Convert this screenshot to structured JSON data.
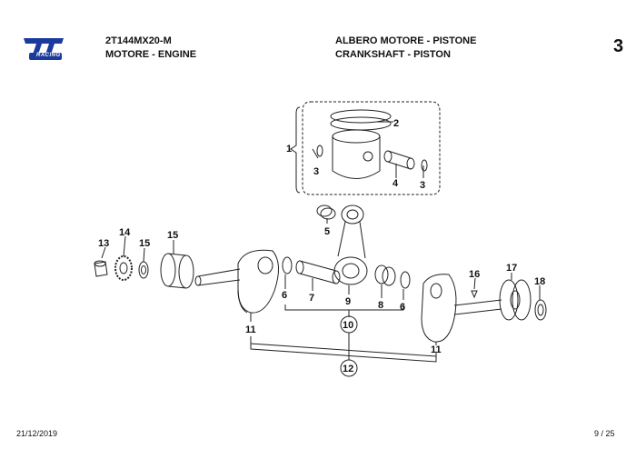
{
  "brand": {
    "logo_text": "tm",
    "logo_sub": "RACING",
    "color": "#1a3a9c"
  },
  "header": {
    "model_code": "2T144MX20-M",
    "group_it_en": "MOTORE - ENGINE",
    "title_it": "ALBERO MOTORE - PISTONE",
    "title_en": "CRANKSHAFT - PISTON",
    "page_section": "3"
  },
  "footer": {
    "date": "21/12/2019",
    "page": "9 / 25"
  },
  "callouts": [
    "1",
    "2",
    "3",
    "3",
    "4",
    "5",
    "6",
    "6",
    "7",
    "8",
    "9",
    "10",
    "11",
    "11",
    "12",
    "13",
    "14",
    "15",
    "15",
    "16",
    "17",
    "18"
  ]
}
